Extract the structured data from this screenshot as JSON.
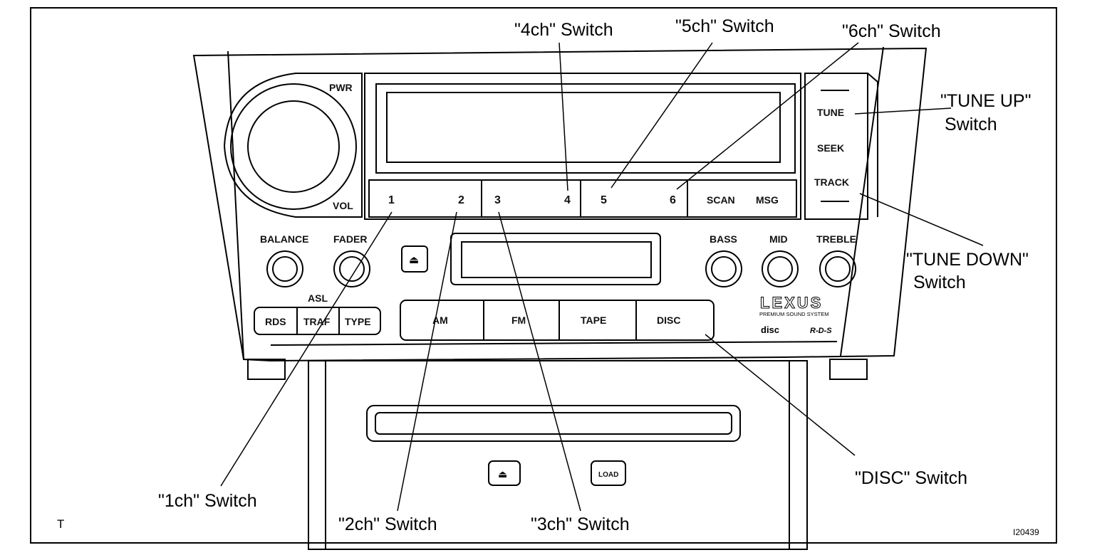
{
  "corner_mark": "T",
  "figure_id": "I20439",
  "panel": {
    "pwr": "PWR",
    "vol": "VOL",
    "presets": [
      "1",
      "2",
      "3",
      "4",
      "5",
      "6"
    ],
    "scan": "SCAN",
    "msg": "MSG",
    "tune": "TUNE",
    "seek": "SEEK",
    "track": "TRACK",
    "balance": "BALANCE",
    "fader": "FADER",
    "bass": "BASS",
    "mid": "MID",
    "treble": "TREBLE",
    "asl": "ASL",
    "rds": "RDS",
    "traf": "TRAF",
    "type": "TYPE",
    "am": "AM",
    "fm": "FM",
    "tape": "TAPE",
    "disc": "DISC",
    "load": "LOAD",
    "brand": "LEXUS",
    "brand_sub": "PREMIUM SOUND SYSTEM",
    "disc_logo": "disc",
    "rds_logo": "R-D-S"
  },
  "callouts": {
    "ch1": "\"1ch\" Switch",
    "ch2": "\"2ch\" Switch",
    "ch3": "\"3ch\" Switch",
    "ch4": "\"4ch\" Switch",
    "ch5": "\"5ch\" Switch",
    "ch6": "\"6ch\" Switch",
    "tune_up_1": "\"TUNE UP\"",
    "tune_up_2": "Switch",
    "tune_down_1": "\"TUNE DOWN\"",
    "tune_down_2": "Switch",
    "disc": "\"DISC\" Switch"
  }
}
